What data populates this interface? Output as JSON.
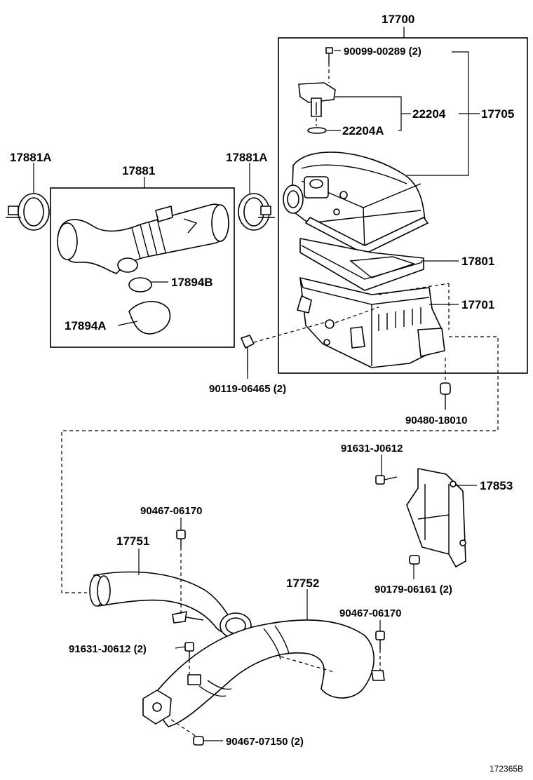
{
  "labels": {
    "l17700": "17700",
    "l90099": "90099-00289 (2)",
    "l22204": "22204",
    "l17705": "17705",
    "l22204A": "22204A",
    "l17881A_left": "17881A",
    "l17881": "17881",
    "l17881A_right": "17881A",
    "l17801": "17801",
    "l17701": "17701",
    "l17894B": "17894B",
    "l17894A": "17894A",
    "l90119": "90119-06465 (2)",
    "l90480": "90480-18010",
    "l91631_top": "91631-J0612",
    "l17853": "17853",
    "l90467_a": "90467-06170",
    "l17751": "17751",
    "l17752": "17752",
    "l90179": "90179-06161 (2)",
    "l90467_b": "90467-06170",
    "l91631_bottom": "91631-J0612 (2)",
    "l90467_c": "90467-07150 (2)",
    "ref": "172365B"
  }
}
